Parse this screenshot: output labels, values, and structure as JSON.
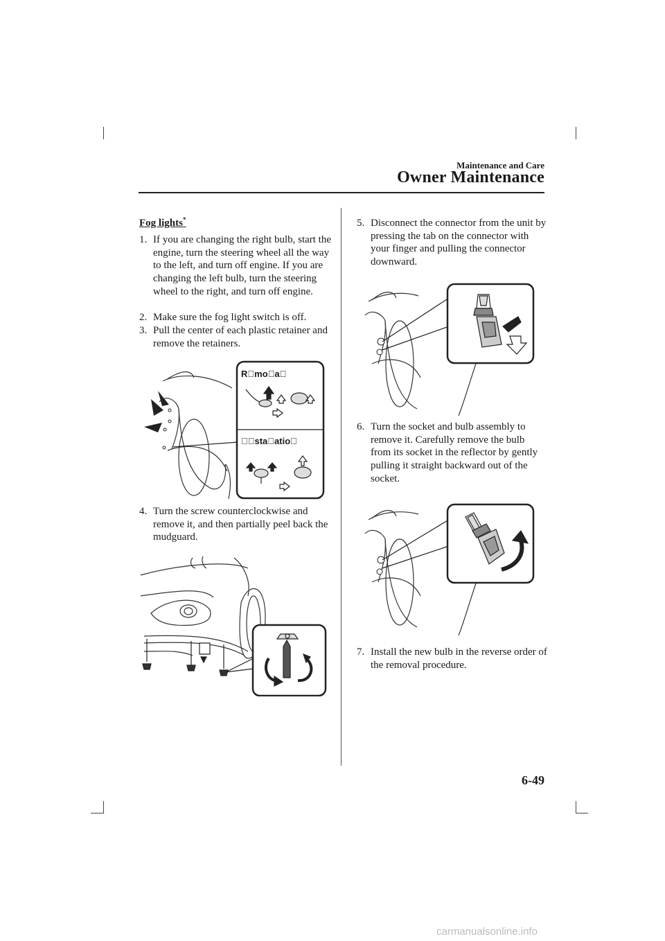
{
  "header": {
    "chapter": "Maintenance and Care",
    "section": "Owner Maintenance"
  },
  "left_column": {
    "heading": "Fog lights",
    "heading_mark": "*",
    "steps": [
      {
        "num": "1.",
        "text": "If you are changing the right bulb, start the engine, turn the steering wheel all the way to the left, and turn off engine. If you are changing the left bulb, turn the steering wheel to the right, and turn off engine."
      },
      {
        "num": "2.",
        "text": "Make sure the fog light switch is off."
      },
      {
        "num": "3.",
        "text": "Pull the center of each plastic retainer and remove the retainers."
      },
      {
        "num": "4.",
        "text": "Turn the screw counterclockwise and remove it, and then partially peel back the mudguard."
      }
    ],
    "figure1_labels": {
      "removal": "R\u0000mo\u0000a\u0000",
      "installation": "\u0000\u0000sta\u0000atio\u0000"
    }
  },
  "right_column": {
    "steps": [
      {
        "num": "5.",
        "text": "Disconnect the connector from the unit by pressing the tab on the connector with your finger and pulling the connector downward."
      },
      {
        "num": "6.",
        "text": "Turn the socket and bulb assembly to remove it. Carefully remove the bulb from its socket in the reflector by gently pulling it straight backward out of the socket."
      },
      {
        "num": "7.",
        "text": "Install the new bulb in the reverse order of the removal procedure."
      }
    ]
  },
  "page_number": "6-49",
  "watermark": "carmanualsonline.info"
}
